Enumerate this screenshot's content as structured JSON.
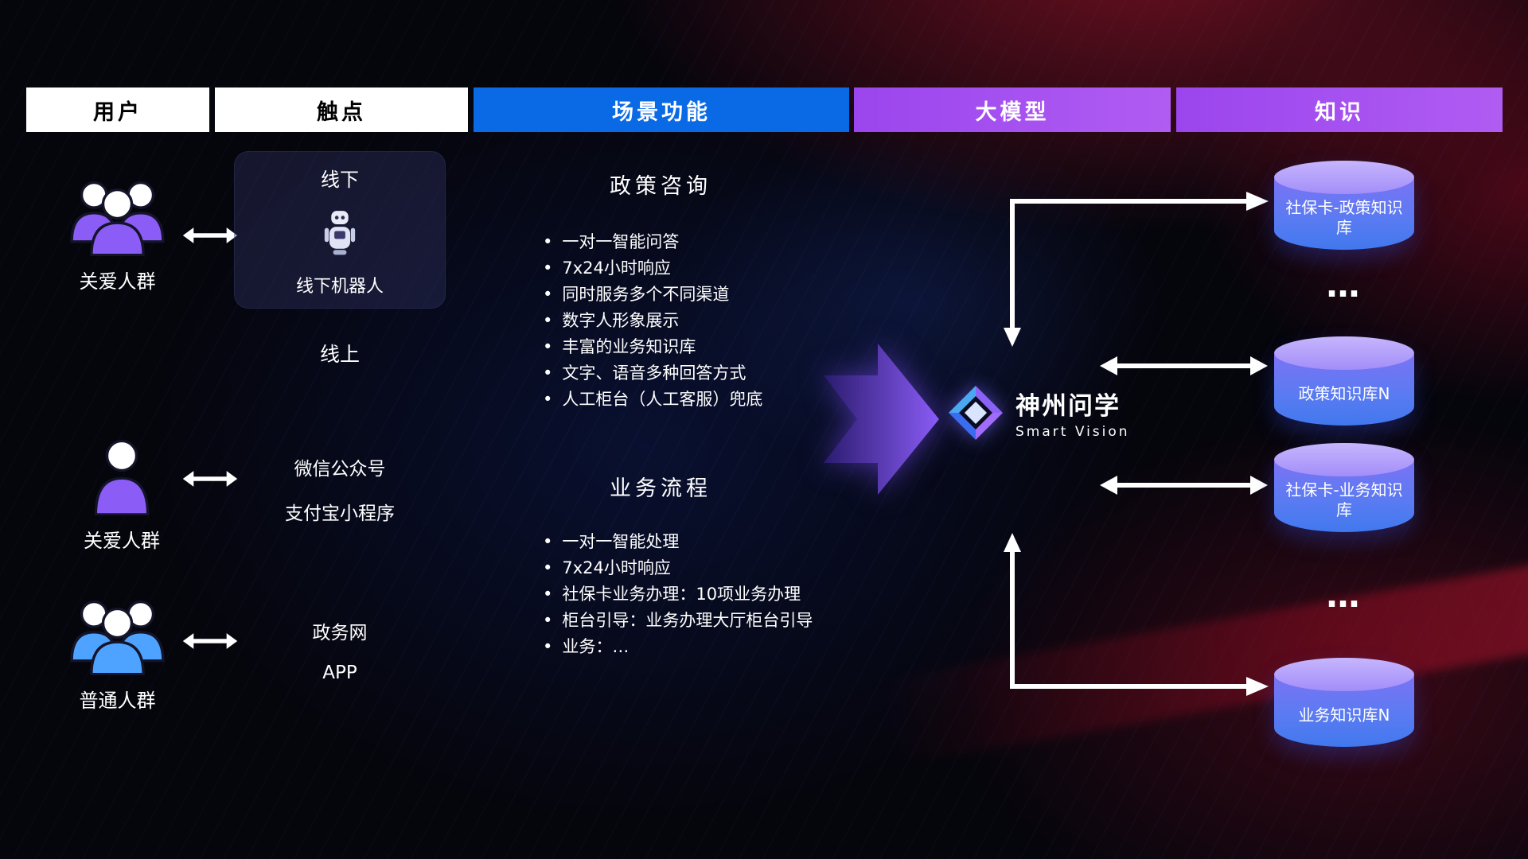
{
  "header": {
    "columns": [
      {
        "label": "用户"
      },
      {
        "label": "触点"
      },
      {
        "label": "场景功能"
      },
      {
        "label": "大模型"
      },
      {
        "label": "知识"
      }
    ]
  },
  "users": {
    "groups": [
      {
        "label": "关爱人群",
        "icon": "group-people-purple"
      },
      {
        "label": "关爱人群",
        "icon": "single-person-purple"
      },
      {
        "label": "普通人群",
        "icon": "group-people-blue"
      }
    ]
  },
  "touchpoints": {
    "offline": {
      "title": "线下",
      "robot_label": "线下机器人",
      "robot_icon": "robot-icon"
    },
    "online_title": "线上",
    "online_channels": [
      "微信公众号",
      "支付宝小程序"
    ],
    "gov_channels": [
      "政务网",
      "APP"
    ]
  },
  "scenarios": {
    "policy": {
      "title": "政策咨询",
      "items": [
        "一对一智能问答",
        "7x24小时响应",
        "同时服务多个不同渠道",
        "数字人形象展示",
        "丰富的业务知识库",
        "文字、语音多种回答方式",
        "人工柜台（人工客服）兜底"
      ]
    },
    "business": {
      "title": "业务流程",
      "items": [
        "一对一智能处理",
        "7x24小时响应",
        "社保卡业务办理：10项业务办理",
        "柜台引导：业务办理大厅柜台引导",
        "业务：…"
      ]
    }
  },
  "model": {
    "brand": "神州问学",
    "subtitle": "Smart Vision",
    "logo": "diamond-logo"
  },
  "knowledge": {
    "nodes": [
      {
        "label": "社保卡-政策知识库",
        "type": "database"
      },
      {
        "label": "…",
        "type": "ellipsis"
      },
      {
        "label": "政策知识库N",
        "type": "database"
      },
      {
        "label": "社保卡-业务知识库",
        "type": "database"
      },
      {
        "label": "…",
        "type": "ellipsis"
      },
      {
        "label": "业务知识库N",
        "type": "database"
      }
    ]
  },
  "colors": {
    "header_blue": "#0a6ae6",
    "header_purple": "#a14df0",
    "accent_purple": "#7c4dff",
    "cylinder_top": "#b3a0fa",
    "cylinder_body_top": "#8a6ff5",
    "cylinder_body_bottom": "#4178ee",
    "user_purple": "#8b5cf6",
    "user_blue": "#4da3ff",
    "arrow_white": "#ffffff",
    "background_red_glow": "#c01932",
    "background_blue_glow": "#193cbe"
  }
}
